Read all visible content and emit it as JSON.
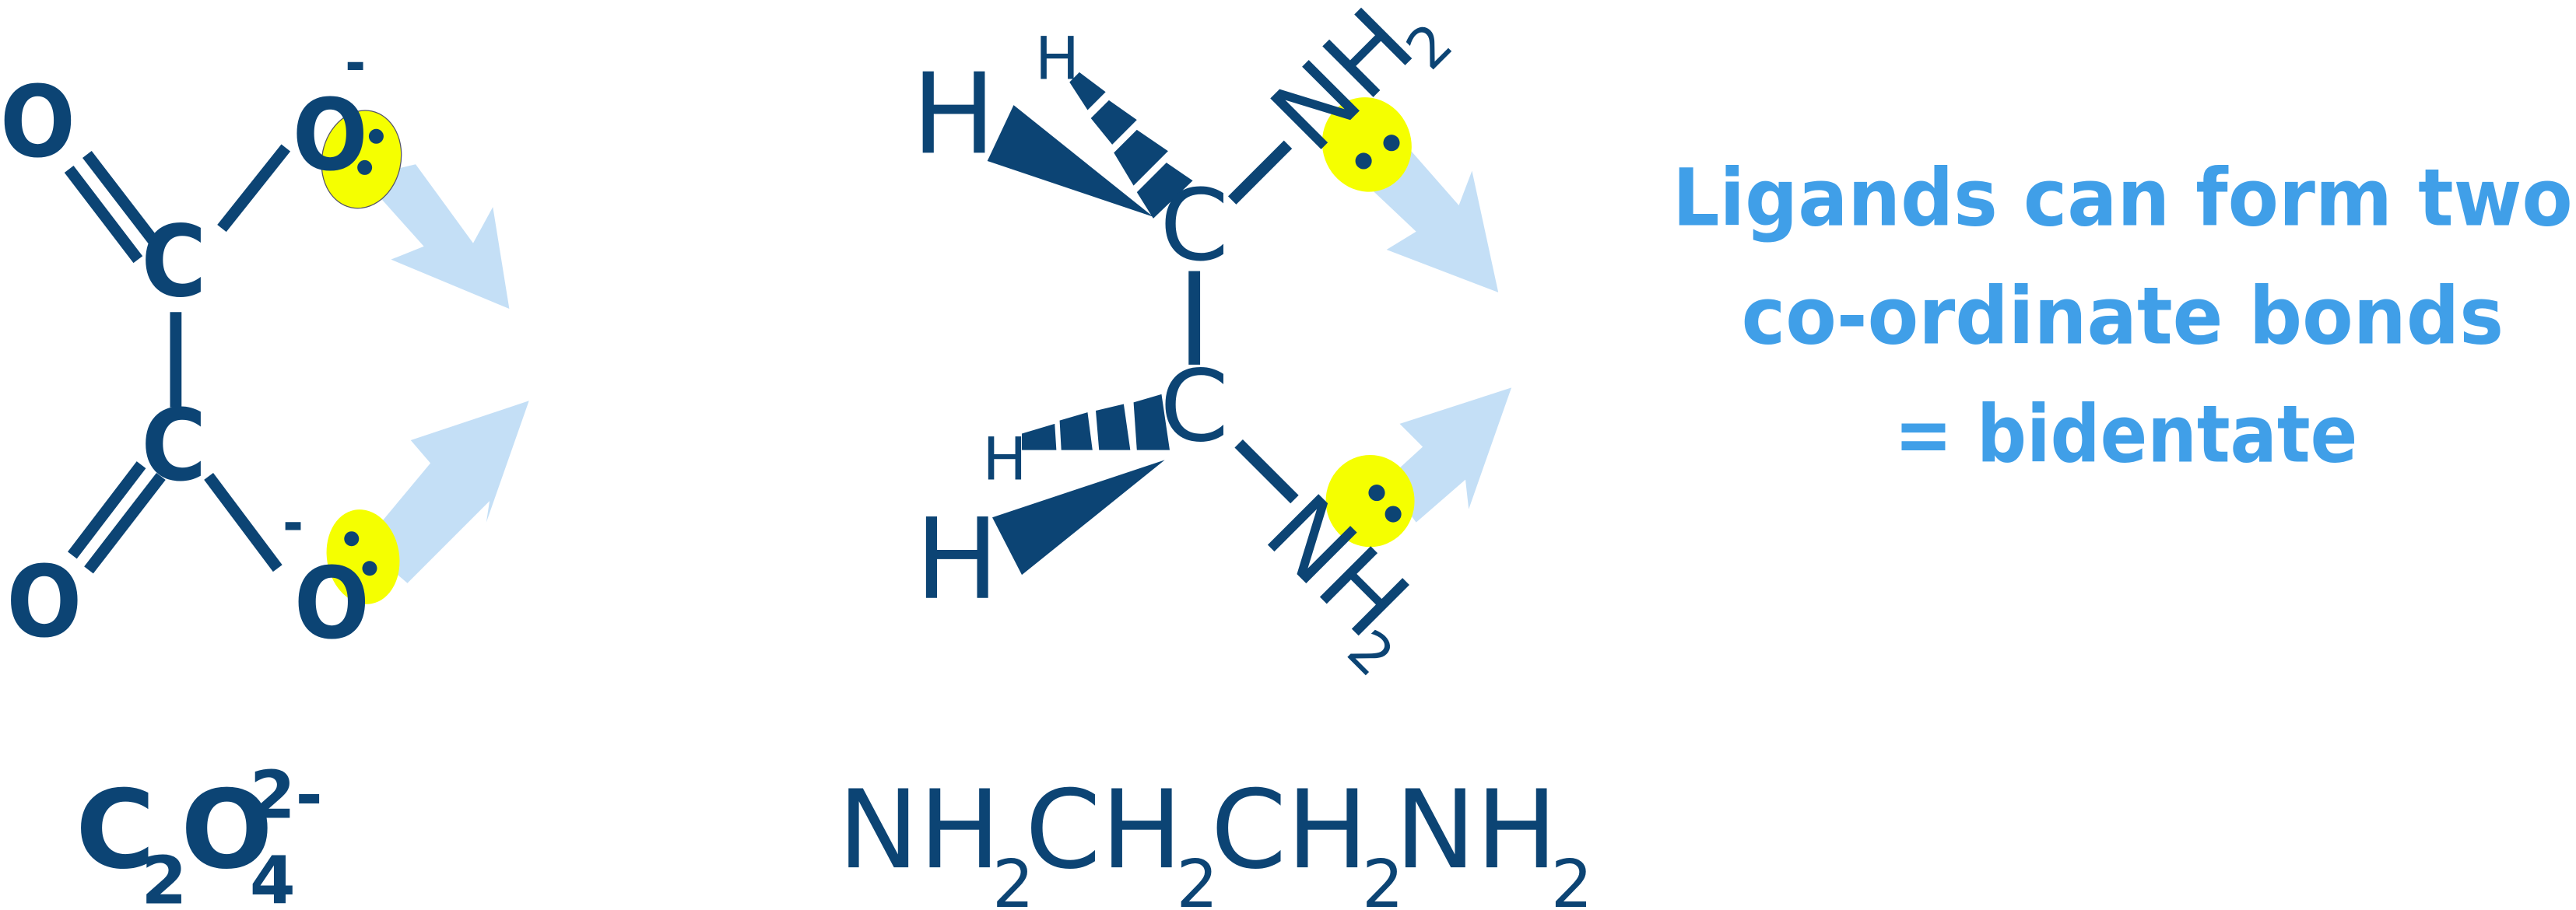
{
  "colors": {
    "structure": "#0c4474",
    "caption": "#409fe8",
    "lone_pair_highlight": "#f5ff00",
    "arrow": "#c4dff6",
    "background": "#ffffff"
  },
  "oxalate": {
    "atoms": {
      "o_top_left": "O",
      "o_top_right": "O",
      "o_top_right_charge": "-",
      "c_upper": "C",
      "c_lower": "C",
      "o_bottom_left": "O",
      "o_bottom_right": "O",
      "o_bottom_right_charge": "-"
    },
    "formula": {
      "el1": "C",
      "sub1": "2",
      "el2": "O",
      "sub2": "4",
      "charge": "2-"
    }
  },
  "ethylenediamine": {
    "atoms": {
      "h_upper_wedge": "H",
      "h_upper_hash": "H",
      "c_upper": "C",
      "n_upper": "NH",
      "n_upper_sub": "2",
      "h_lower_hash": "H",
      "h_lower_wedge": "H",
      "c_lower": "C",
      "n_lower": "NH",
      "n_lower_sub": "2"
    },
    "formula": {
      "p1": "NH",
      "s1": "2",
      "p2": "CH",
      "s2": "2",
      "p3": "CH",
      "s3": "2",
      "p4": "NH",
      "s4": "2"
    }
  },
  "caption": {
    "line1": "Ligands can form two",
    "line2": "co-ordinate bonds",
    "line3": "= bidentate"
  }
}
